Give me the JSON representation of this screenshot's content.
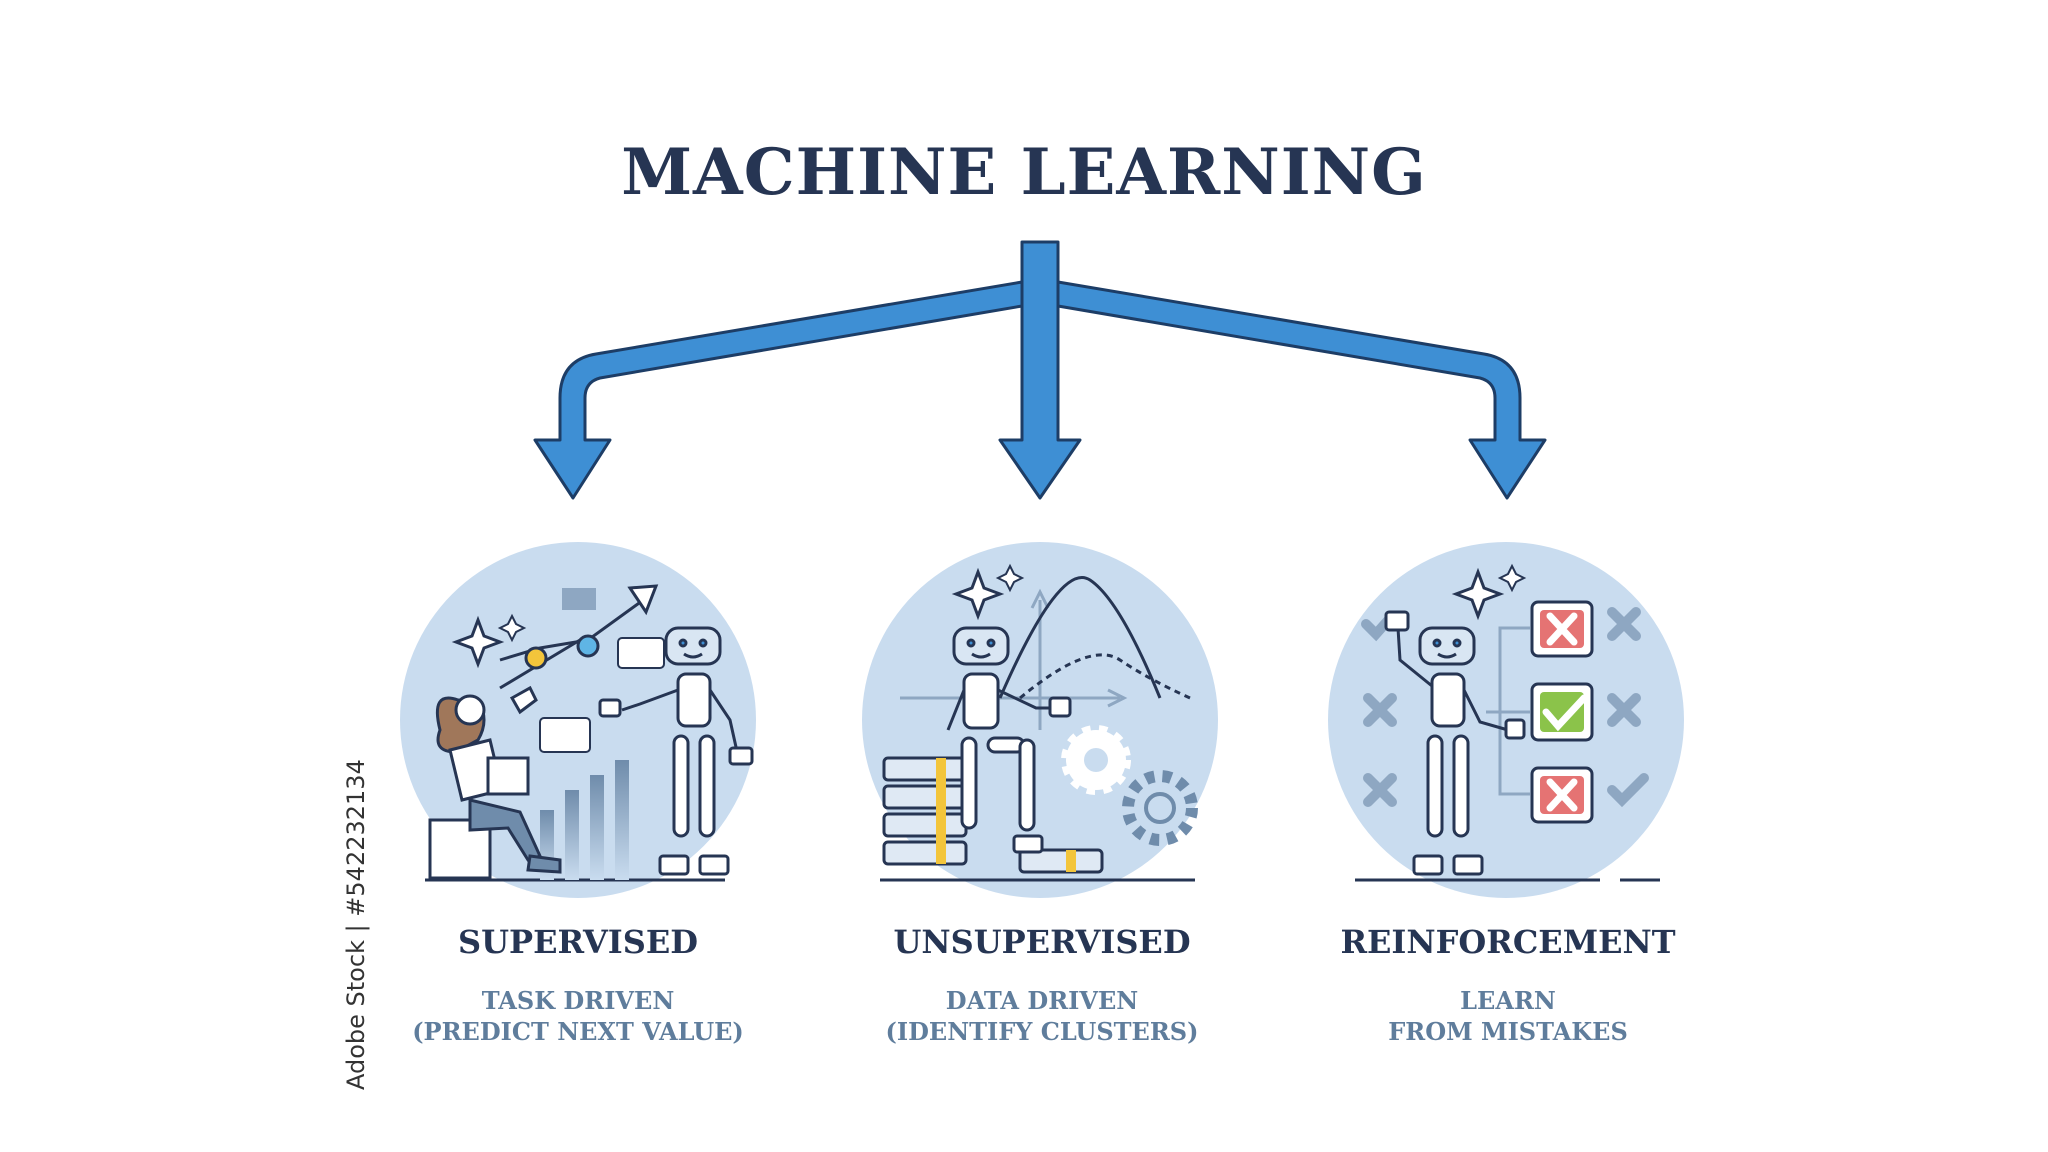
{
  "title": "MACHINE LEARNING",
  "categories": [
    {
      "name": "SUPERVISED",
      "desc_line1": "TASK DRIVEN",
      "desc_line2": "(PREDICT NEXT VALUE)",
      "icon": "supervised-illustration"
    },
    {
      "name": "UNSUPERVISED",
      "desc_line1": "DATA DRIVEN",
      "desc_line2": "(IDENTIFY CLUSTERS)",
      "icon": "unsupervised-illustration"
    },
    {
      "name": "REINFORCEMENT",
      "desc_line1": "LEARN",
      "desc_line2": "FROM MISTAKES",
      "icon": "reinforcement-illustration"
    }
  ],
  "watermark": "Adobe Stock | #542232134",
  "colors": {
    "title": "#263553",
    "subtitle": "#5f7d9c",
    "arrow": "#3e8fd4",
    "arrow_outline": "#1d3d66",
    "circle": "#c9dcef",
    "accent_yellow": "#f3c53b",
    "check_green": "#8bc34a",
    "cross_red": "#e57373"
  }
}
